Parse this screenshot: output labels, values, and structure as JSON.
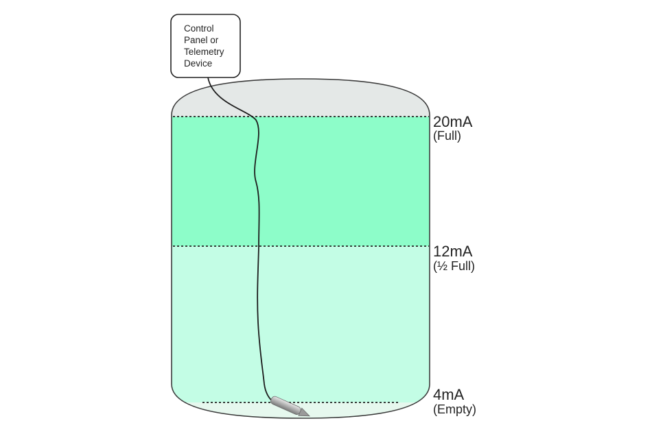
{
  "control_box": {
    "lines": [
      "Control",
      "Panel or",
      "Telemetry",
      "Device"
    ]
  },
  "levels": {
    "full": {
      "ma": "20mA",
      "label": "(Full)"
    },
    "half": {
      "ma": "12mA",
      "label": "(½ Full)"
    },
    "empty": {
      "ma": "4mA",
      "label": "(Empty)"
    }
  },
  "colors": {
    "tank_top": "#e4e8e7",
    "upper_liquid": "#8dfdc9",
    "lower_liquid": "#c3fde5",
    "bottom": "#e6f8ee",
    "outline": "#3a3a3a",
    "probe": "#b5b5b5"
  }
}
